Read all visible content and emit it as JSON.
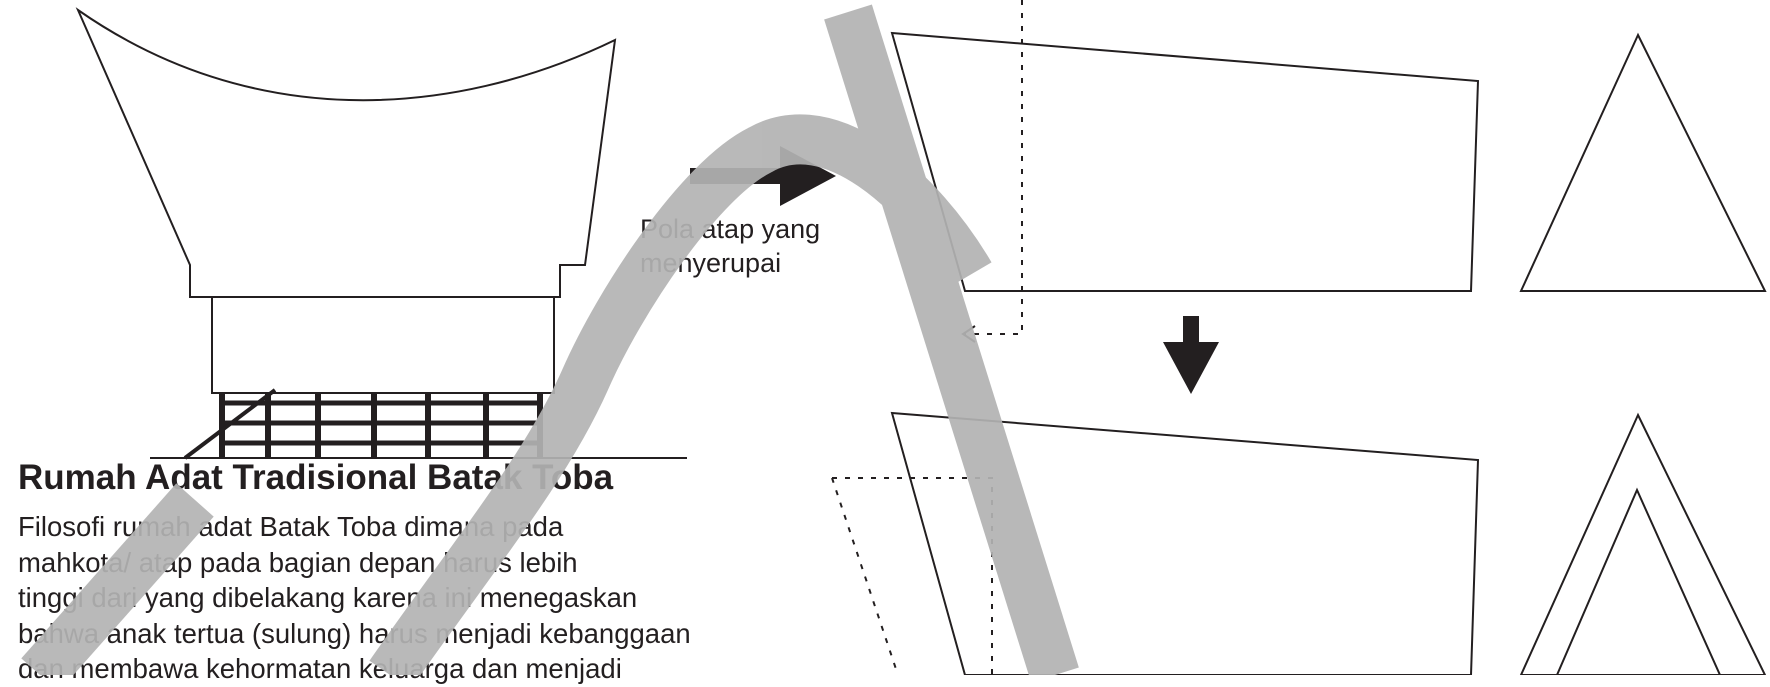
{
  "label": {
    "line1": "Pola atap yang",
    "line2": "menyerupai"
  },
  "title": "Rumah Adat Tradisional Batak Toba",
  "description": {
    "line1": "Filosofi rumah adat Batak Toba dimana pada",
    "line2": "mahkota/ atap pada bagian depan harus lebih",
    "line3": "tinggi dari yang dibelakang karena ini menegaskan",
    "line4": "bahwa anak tertua (sulung) harus menjadi kebanggaan",
    "line5": "dan membawa kehormatan keluarga dan menjadi"
  },
  "colors": {
    "ink": "#231f20",
    "watermark": "#b3b3b3"
  }
}
